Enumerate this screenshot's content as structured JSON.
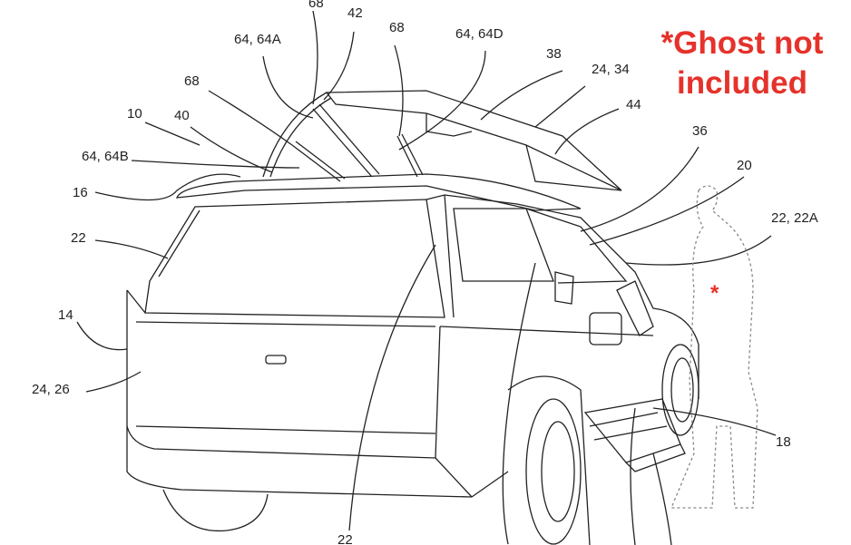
{
  "labels": {
    "l68_top": "68",
    "l42": "42",
    "l64_64A": "64, 64A",
    "l68_mid": "68",
    "l64_64D": "64, 64D",
    "l38": "38",
    "l24_34": "24, 34",
    "l44": "44",
    "l68_left": "68",
    "l10": "10",
    "l40": "40",
    "l36": "36",
    "l20": "20",
    "l64_64B": "64, 64B",
    "l16": "16",
    "l22_left": "22",
    "l22_22A": "22, 22A",
    "l14": "14",
    "l24_26": "24, 26",
    "l18": "18",
    "l22_bottom": "22"
  },
  "annotation": {
    "line1": "*Ghost not",
    "line2": "included",
    "marker": "*",
    "color": "#e5322b"
  }
}
